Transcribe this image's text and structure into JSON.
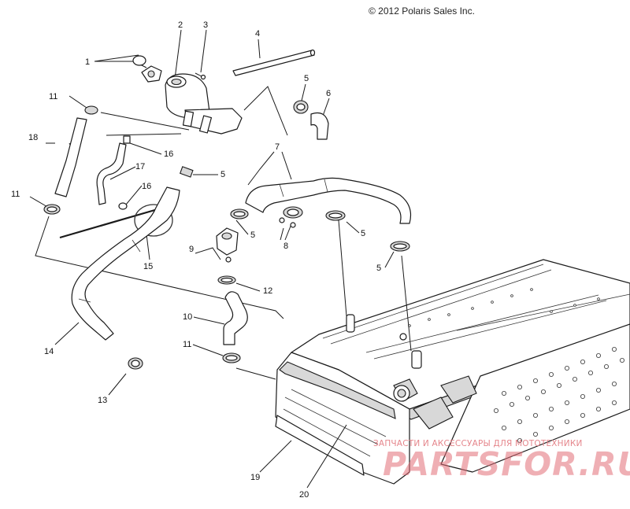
{
  "copyright": "© 2012 Polaris Sales Inc.",
  "watermark": {
    "subtitle": "ЗАПЧАСТИ И АКСЕССУАРЫ ДЛЯ МОТОТЕХНИКИ",
    "brand": "PARTSFOR.RU",
    "color": "#e26e76"
  },
  "callouts": {
    "c1": "1",
    "c2": "2",
    "c3": "3",
    "c4": "4",
    "c5a": "5",
    "c5b": "5",
    "c5c": "5",
    "c5d": "5",
    "c5e": "5",
    "c6": "6",
    "c7": "7",
    "c8": "8",
    "c9": "9",
    "c10": "10",
    "c11a": "11",
    "c11b": "11",
    "c11c": "11",
    "c12": "12",
    "c13": "13",
    "c14": "14",
    "c15": "15",
    "c16a": "16",
    "c16b": "16",
    "c17": "17",
    "c18": "18",
    "c19": "19",
    "c20": "20"
  }
}
